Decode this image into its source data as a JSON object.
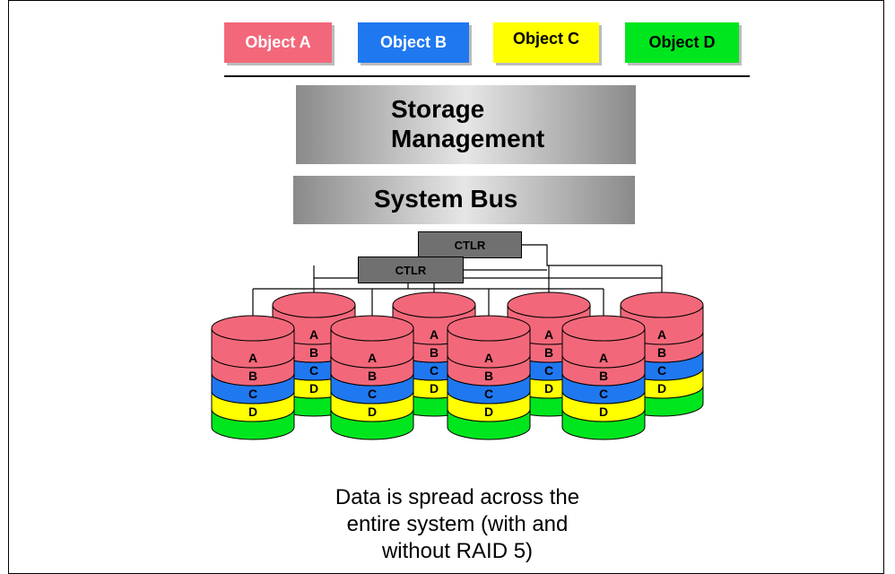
{
  "legend": [
    {
      "label": "Object A",
      "color": "#f2687a"
    },
    {
      "label": "Object B",
      "color": "#1f78f0"
    },
    {
      "label": "Object C",
      "color": "#ffff00"
    },
    {
      "label": "Object D",
      "color": "#00e61e"
    }
  ],
  "storage_management": {
    "line1": "Storage",
    "line2": "Management"
  },
  "system_bus": "System Bus",
  "controllers": [
    "CTLR",
    "CTLR"
  ],
  "disk_stack_labels": [
    "A",
    "B",
    "C",
    "D"
  ],
  "caption": {
    "line1": "Data is spread across the",
    "line2": "entire system (with and",
    "line3": "without RAID 5)"
  }
}
